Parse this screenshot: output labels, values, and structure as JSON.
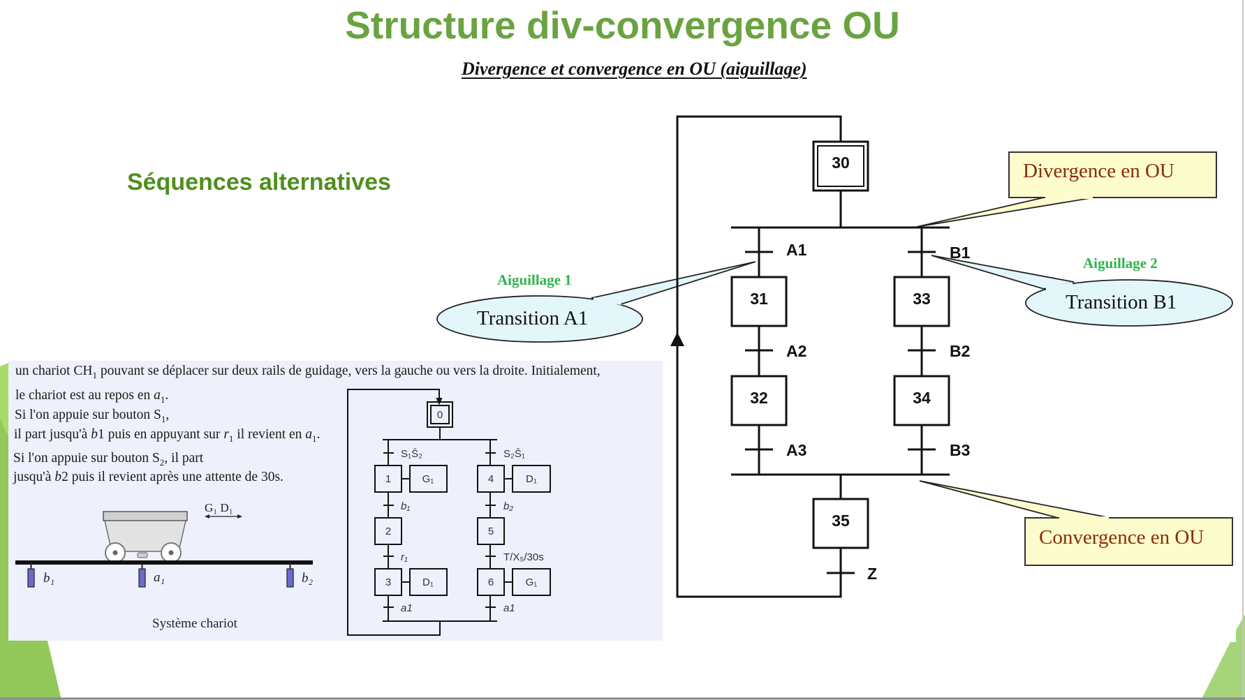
{
  "slide": {
    "title": "Structure div-convergence OU",
    "subtitle": "Divergence et convergence  en OU (aiguillage)",
    "section_heading": "Séquences alternatives",
    "colors": {
      "title_green": "#6aa342",
      "heading_green": "#4f8f1f",
      "deco_green_light": "#a6dc6a",
      "deco_green_dark": "#92c95a",
      "panel_bg": "#eef0fb",
      "callout_yellow": "#fdfccc",
      "callout_blue": "#e3f7fb",
      "callout_text_brown": "#8b2a0a",
      "aiguillage_green": "#2fb34a"
    }
  },
  "main_grafcet": {
    "initial_step": "30",
    "branch_left": {
      "transitions": [
        "A1",
        "A2",
        "A3"
      ],
      "steps": [
        "31",
        "32"
      ]
    },
    "branch_right": {
      "transitions": [
        "B1",
        "B2",
        "B3"
      ],
      "steps": [
        "33",
        "34"
      ]
    },
    "final_step": "35",
    "final_transition": "Z"
  },
  "callouts": {
    "divergence": "Divergence en OU",
    "convergence": "Convergence en OU",
    "transition_a1": "Transition  A1",
    "transition_b1": "Transition  B1",
    "aiguillage_1": "Aiguillage 1",
    "aiguillage_2": "Aiguillage 2"
  },
  "exercise": {
    "lines": [
      "un chariot CH₁ pouvant se déplacer sur deux rails de guidage, vers la gauche ou vers la droite. Initialement,",
      "le chariot est au repos en a₁.",
      "Si l'on appuie sur bouton S₁,",
      "il part jusqu'à b1 puis en appuyant sur r₁ il revient en a₁.",
      "Si l'on appuie sur bouton S₂, il part",
      "jusqu'à b2 puis il revient après une attente de 30s."
    ],
    "system_caption": "Système chariot",
    "direction_label": "G₁  D₁",
    "sensors": [
      "b₁",
      "a₁",
      "b₂"
    ]
  },
  "mini_grafcet": {
    "initial_step": "0",
    "left": {
      "condition_start": "S₁S̄₂",
      "steps": [
        "1",
        "2",
        "3"
      ],
      "actions": [
        "G₁",
        "",
        "D₁"
      ],
      "transitions": [
        "b₁",
        "r₁",
        "a1"
      ]
    },
    "right": {
      "condition_start": "S₂S̄₁",
      "steps": [
        "4",
        "5",
        "6"
      ],
      "actions": [
        "D₁",
        "",
        "G₁"
      ],
      "transitions": [
        "b₂",
        "T/X₅/30s",
        "a1"
      ]
    }
  }
}
